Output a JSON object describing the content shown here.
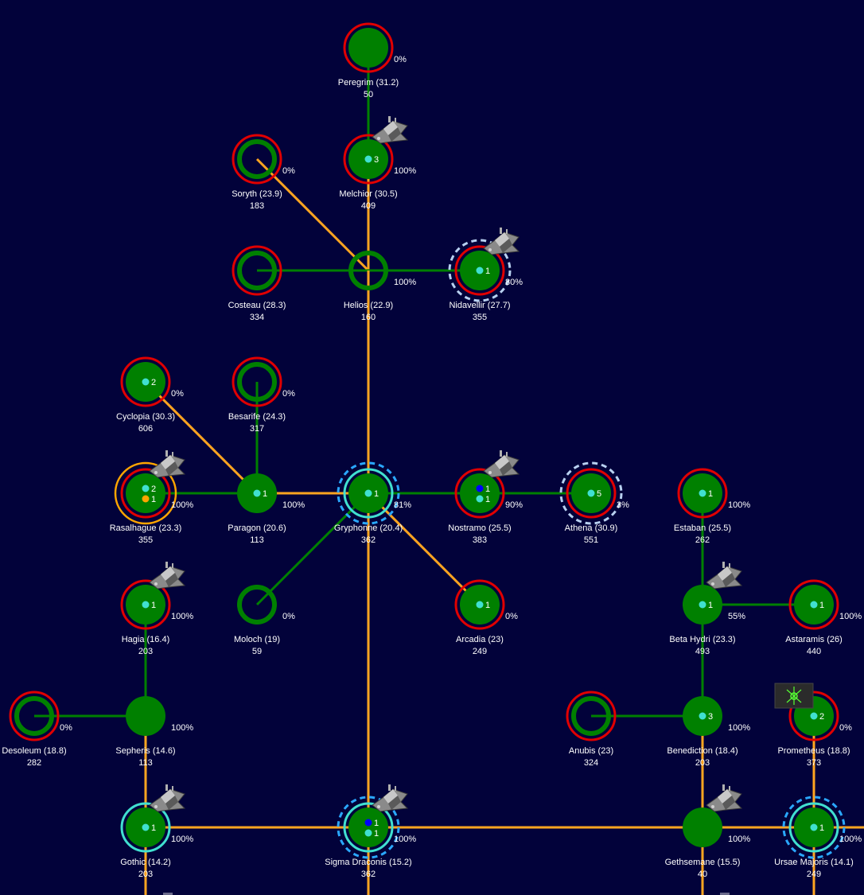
{
  "colors": {
    "background": "#02023a",
    "planet_fill": "#008000",
    "planet_ring": "#008000",
    "enemy_ring": "#e00000",
    "friendly_ring": "#40e0d0",
    "yellow_ring": "#ffa500",
    "lane_green": "#008000",
    "lane_orange": "#ffa520",
    "marker_cyan": "#40e0d0",
    "marker_blue": "#0000ff",
    "marker_orange": "#ffa500",
    "text": "#ffffff"
  },
  "systems": [
    {
      "id": "peregrim",
      "name": "Peregrim  (31.2)",
      "value": "50",
      "pct": "0%",
      "style": "filled",
      "ring": "red"
    },
    {
      "id": "soryth",
      "name": "Soryth  (23.9)",
      "value": "183",
      "pct": "0%",
      "style": "hollow",
      "ring": "red"
    },
    {
      "id": "melchior",
      "name": "Melchior  (30.5)",
      "value": "409",
      "pct": "100%",
      "style": "filled",
      "ring": "red",
      "ship": true,
      "markers": [
        {
          "color": "cyan",
          "count": "3"
        }
      ]
    },
    {
      "id": "costeau",
      "name": "Costeau  (28.3)",
      "value": "334",
      "pct": "",
      "style": "hollow",
      "ring": "red"
    },
    {
      "id": "helios",
      "name": "Helios  (22.9)",
      "value": "160",
      "pct": "100%",
      "style": "hollow",
      "ring": "none"
    },
    {
      "id": "nidavellir",
      "name": "Nidavellir  (27.7)",
      "value": "355",
      "pct": "80%",
      "style": "filled",
      "ring": "red",
      "dashed": true,
      "ship": true,
      "markers": [
        {
          "color": "cyan",
          "count": "1"
        }
      ]
    },
    {
      "id": "cyclopia",
      "name": "Cyclopia  (30.3)",
      "value": "606",
      "pct": "0%",
      "style": "filled",
      "ring": "red",
      "markers": [
        {
          "color": "cyan",
          "count": "2"
        }
      ]
    },
    {
      "id": "besarife",
      "name": "Besarife  (24.3)",
      "value": "317",
      "pct": "0%",
      "style": "hollow",
      "ring": "red"
    },
    {
      "id": "rasalhague",
      "name": "Rasalhague  (23.3)",
      "value": "355",
      "pct": "100%",
      "style": "filled",
      "ring": "red",
      "outer": "yellow",
      "ship": true,
      "markers": [
        {
          "color": "cyan",
          "count": "2"
        },
        {
          "color": "orange",
          "count": "1"
        }
      ]
    },
    {
      "id": "paragon",
      "name": "Paragon  (20.6)",
      "value": "113",
      "pct": "100%",
      "style": "filled",
      "ring": "none",
      "markers": [
        {
          "color": "cyan",
          "count": "1"
        }
      ]
    },
    {
      "id": "gryphonne",
      "name": "Gryphonne  (20.4)",
      "value": "362",
      "pct": "81%",
      "style": "filled",
      "ring": "cyan",
      "dashed": true,
      "markers": [
        {
          "color": "cyan",
          "count": "1"
        }
      ]
    },
    {
      "id": "nostramo",
      "name": "Nostramo  (25.5)",
      "value": "383",
      "pct": "90%",
      "style": "filled",
      "ring": "red",
      "ship": true,
      "markers": [
        {
          "color": "blue",
          "count": "1"
        },
        {
          "color": "cyan",
          "count": "1"
        }
      ]
    },
    {
      "id": "athena",
      "name": "Athena  (30.9)",
      "value": "551",
      "pct": "3%",
      "style": "filled",
      "ring": "red",
      "dashed": true,
      "markers": [
        {
          "color": "cyan",
          "count": "5"
        }
      ]
    },
    {
      "id": "estaban",
      "name": "Estaban  (25.5)",
      "value": "262",
      "pct": "100%",
      "style": "filled",
      "ring": "red",
      "markers": [
        {
          "color": "cyan",
          "count": "1"
        }
      ]
    },
    {
      "id": "hagia",
      "name": "Hagia  (16.4)",
      "value": "203",
      "pct": "100%",
      "style": "filled",
      "ring": "red",
      "ship": true,
      "markers": [
        {
          "color": "cyan",
          "count": "1"
        }
      ]
    },
    {
      "id": "moloch",
      "name": "Moloch  (19)",
      "value": "59",
      "pct": "0%",
      "style": "hollow",
      "ring": "none"
    },
    {
      "id": "arcadia",
      "name": "Arcadia  (23)",
      "value": "249",
      "pct": "0%",
      "style": "filled",
      "ring": "red",
      "markers": [
        {
          "color": "cyan",
          "count": "1"
        }
      ]
    },
    {
      "id": "betahydri",
      "name": "Beta Hydri  (23.3)",
      "value": "493",
      "pct": "55%",
      "style": "filled",
      "ring": "none",
      "ship": true,
      "markers": [
        {
          "color": "cyan",
          "count": "1"
        }
      ]
    },
    {
      "id": "astaramis",
      "name": "Astaramis  (26)",
      "value": "440",
      "pct": "100%",
      "style": "filled",
      "ring": "red",
      "markers": [
        {
          "color": "cyan",
          "count": "1"
        }
      ]
    },
    {
      "id": "desoleum",
      "name": "Desoleum  (18.8)",
      "value": "282",
      "pct": "0%",
      "style": "hollow",
      "ring": "red"
    },
    {
      "id": "sepheris",
      "name": "Sepheris  (14.6)",
      "value": "113",
      "pct": "100%",
      "style": "filled",
      "ring": "none"
    },
    {
      "id": "anubis",
      "name": "Anubis  (23)",
      "value": "324",
      "pct": "",
      "style": "hollow",
      "ring": "red"
    },
    {
      "id": "benediction",
      "name": "Benediction  (18.4)",
      "value": "203",
      "pct": "100%",
      "style": "filled",
      "ring": "none",
      "markers": [
        {
          "color": "cyan",
          "count": "3"
        }
      ]
    },
    {
      "id": "prometheus",
      "name": "Prometheus  (18.8)",
      "value": "373",
      "pct": "0%",
      "style": "filled",
      "ring": "red",
      "badge": true,
      "markers": [
        {
          "color": "cyan",
          "count": "2"
        }
      ]
    },
    {
      "id": "gothic",
      "name": "Gothic  (14.2)",
      "value": "203",
      "pct": "100%",
      "style": "filled",
      "ring": "cyan",
      "ship": true,
      "markers": [
        {
          "color": "cyan",
          "count": "1"
        }
      ]
    },
    {
      "id": "sigmadraconis",
      "name": "Sigma Draconis  (15.2)",
      "value": "362",
      "pct": "100%",
      "style": "filled",
      "ring": "cyan",
      "dashed": true,
      "ship": true,
      "markers": [
        {
          "color": "blue",
          "count": "1"
        },
        {
          "color": "cyan",
          "count": "1"
        }
      ]
    },
    {
      "id": "gethsemane",
      "name": "Gethsemane  (15.5)",
      "value": "40",
      "pct": "100%",
      "style": "filled",
      "ring": "none",
      "ship": true
    },
    {
      "id": "ursaemajoris",
      "name": "Ursae Majoris  (14.1)",
      "value": "249",
      "pct": "100%",
      "style": "filled",
      "ring": "cyan",
      "dashed": true,
      "markers": [
        {
          "color": "cyan",
          "count": "1"
        }
      ]
    }
  ],
  "lanes": [
    {
      "a": "peregrim",
      "b": "melchior",
      "color": "green"
    },
    {
      "a": "melchior",
      "b": "helios",
      "color": "orange"
    },
    {
      "a": "soryth",
      "b": "helios",
      "color": "orange"
    },
    {
      "a": "costeau",
      "b": "helios",
      "color": "green"
    },
    {
      "a": "helios",
      "b": "nidavellir",
      "color": "green"
    },
    {
      "a": "helios",
      "b": "gryphonne",
      "color": "orange"
    },
    {
      "a": "cyclopia",
      "b": "paragon",
      "color": "orange"
    },
    {
      "a": "besarife",
      "b": "paragon",
      "color": "green"
    },
    {
      "a": "rasalhague",
      "b": "paragon",
      "color": "green"
    },
    {
      "a": "paragon",
      "b": "gryphonne",
      "color": "orange"
    },
    {
      "a": "gryphonne",
      "b": "nostramo",
      "color": "green"
    },
    {
      "a": "nostramo",
      "b": "athena",
      "color": "green"
    },
    {
      "a": "gryphonne",
      "b": "moloch",
      "color": "green"
    },
    {
      "a": "gryphonne",
      "b": "arcadia",
      "color": "orange"
    },
    {
      "a": "gryphonne",
      "b": "sigmadraconis",
      "color": "orange"
    },
    {
      "a": "hagia",
      "b": "sepheris",
      "color": "green"
    },
    {
      "a": "desoleum",
      "b": "sepheris",
      "color": "green"
    },
    {
      "a": "sepheris",
      "b": "gothic",
      "color": "orange"
    },
    {
      "a": "gothic",
      "b": "sigmadraconis",
      "color": "orange"
    },
    {
      "a": "sigmadraconis",
      "b": "gethsemane",
      "color": "orange"
    },
    {
      "a": "gethsemane",
      "b": "ursaemajoris",
      "color": "orange"
    },
    {
      "a": "estaban",
      "b": "betahydri",
      "color": "green"
    },
    {
      "a": "betahydri",
      "b": "astaramis",
      "color": "green"
    },
    {
      "a": "betahydri",
      "b": "benediction",
      "color": "green"
    },
    {
      "a": "anubis",
      "b": "benediction",
      "color": "green"
    },
    {
      "a": "benediction",
      "b": "gethsemane",
      "color": "orange"
    },
    {
      "a": "prometheus",
      "b": "ursaemajoris",
      "color": "orange"
    }
  ]
}
